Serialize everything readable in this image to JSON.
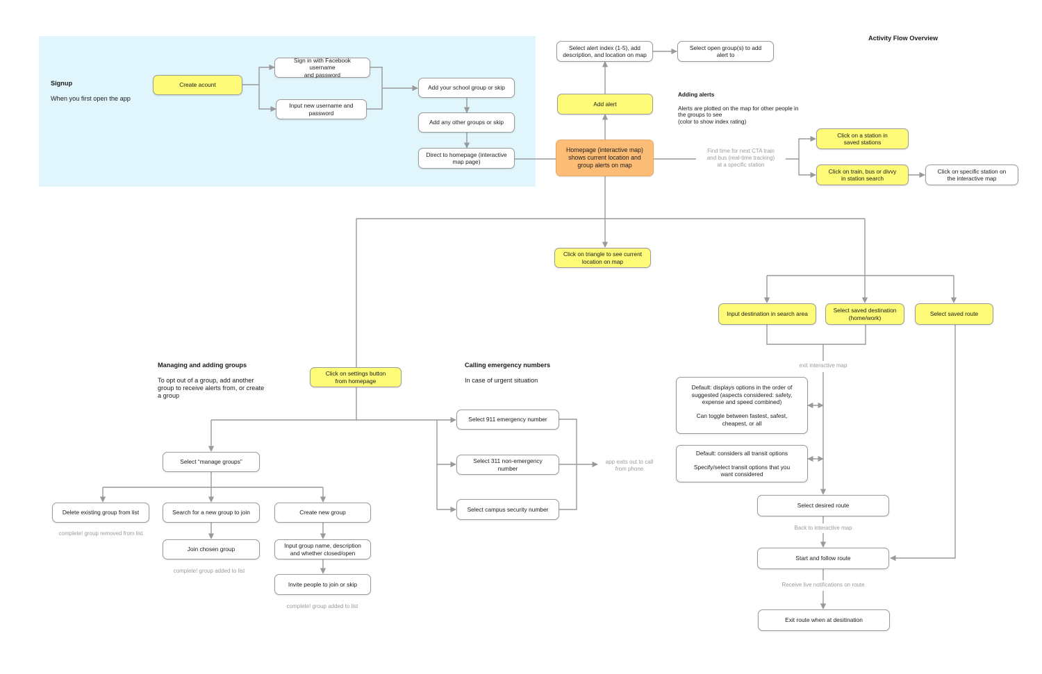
{
  "title": "Activity Flow Overview",
  "sections": {
    "signup": {
      "heading": "Signup",
      "text": "When you first open the app"
    },
    "adding_alerts": {
      "heading": "Adding alerts",
      "text": "Alerts are plotted on the map for other people in\nthe groups to see\n(color to show index rating)"
    },
    "managing_groups": {
      "heading": "Managing and adding groups",
      "text": "To opt out of a group, add another\ngroup to receive alerts from, or create\na group"
    },
    "calling_emergency": {
      "heading": "Calling emergency numbers",
      "text": "In case of urgent situation"
    }
  },
  "nodes": {
    "create_account": "Create acount",
    "sign_in_facebook": "Sign in with Facebook username\nand password",
    "input_new_username": "Input new username and\npassword",
    "add_school_group": "Add your school group or skip",
    "add_other_groups": "Add any other groups or skip",
    "direct_to_homepage": "Direct to homepage (interactive\nmap page)",
    "homepage": "Homepage (interactive map)\nshows current location and\ngroup alerts on map",
    "add_alert": "Add alert",
    "select_alert_index": "Select alert index (1-5), add\ndescription, and location on map",
    "select_open_groups": "Select open group(s) to add\nalert to",
    "click_station_saved": "Click on a station in\nsaved stations",
    "click_train_bus": "Click on train, bus or divvy\nin station search",
    "click_specific_station": "Click on specific station on\nthe interactive map",
    "click_triangle": "Click on triangle to see current\nlocation on map",
    "input_destination": "Input destination in search area",
    "select_saved_destination": "Select saved destination\n(home/work)",
    "select_saved_route": "Select saved route",
    "default_options": "Default: displays options in the order of\nsuggested (aspects considered: safety,\nexpense and speed combined)\n\nCan toggle between fastest, safest,\ncheapest, or all",
    "default_transit": "Default: considers all transit options\n\nSpecify/select transit options that you\nwant considered",
    "select_desired_route": "Select desired route",
    "start_follow_route": "Start and follow route",
    "exit_route": "Exit route when at desitination",
    "click_settings": "Click on settings button\nfrom homepage",
    "select_manage_groups": "Select “manage groups”",
    "delete_group": "Delete existing group from list",
    "search_group": "Search for a new group to join",
    "create_group": "Create new group",
    "join_group": "Join chosen group",
    "input_group_name": "Input group name, description\nand whether closed/open",
    "invite_people": "Invite people to join or skip",
    "select_911": "Select 911 emergency number",
    "select_311": "Select 311 non-emergency number",
    "select_campus_security": "Select campus security number"
  },
  "notes": {
    "find_time": "Find time for next CTA train\nand bus (real-time tracking)\nat a specific station",
    "exit_interactive_map": "exit interactive map",
    "back_to_map": "Back to interactive map",
    "receive_notifications": "Receive live notifications on route",
    "app_exits": "app exits out to call\nfrom phone",
    "group_removed": "complete! group removed from list",
    "group_added_join": "complete! group added to list",
    "group_added_create": "complete! group added to list"
  },
  "colors": {
    "signup_region": "#e1f5fc",
    "highlight_node": "#fdfb78",
    "home_node": "#fdbd77",
    "connector": "#999999"
  }
}
